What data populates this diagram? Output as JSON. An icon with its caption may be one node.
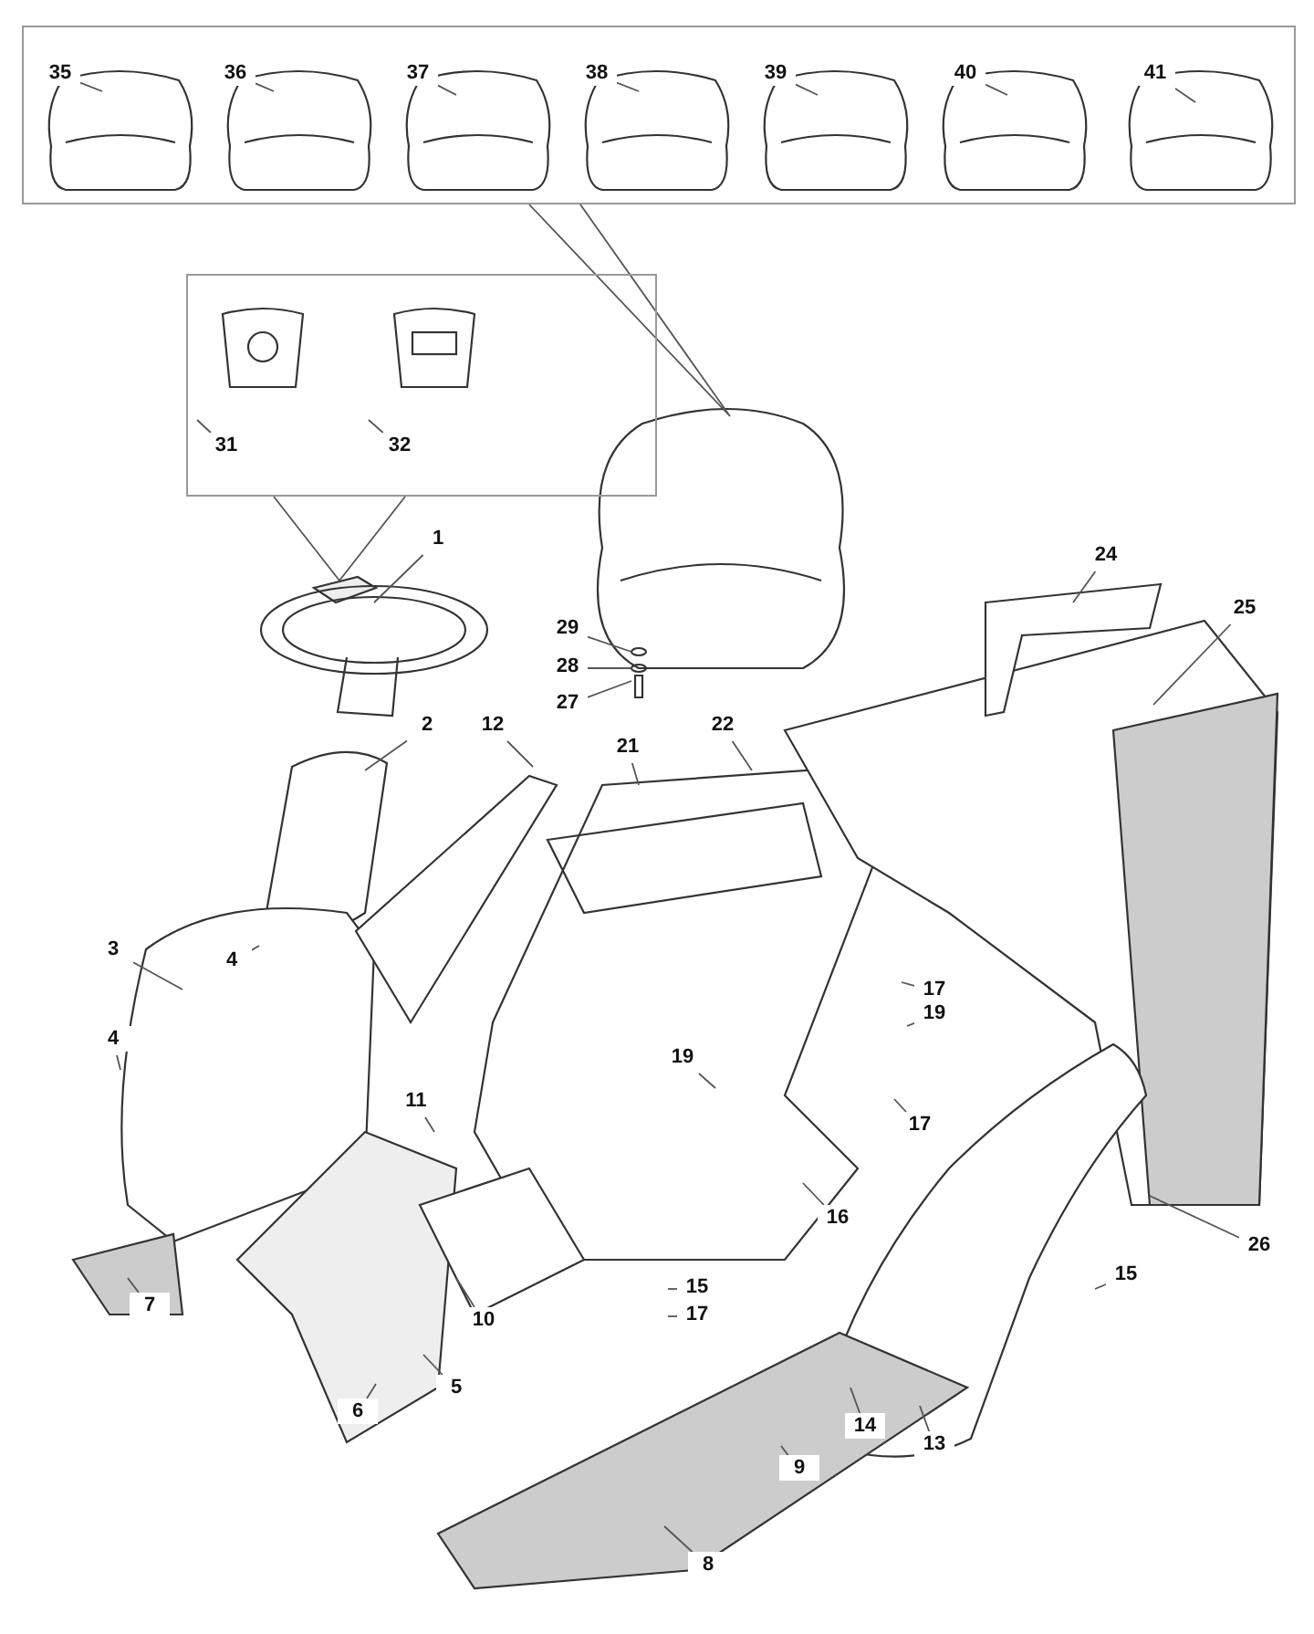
{
  "diagram": {
    "nodes": [
      {
        "text": [],
        "shape": "box"
      },
      {
        "text": [
          "35"
        ],
        "in": 0
      },
      {
        "text": [
          "36"
        ],
        "in": 0
      },
      {
        "text": [
          "37"
        ],
        "in": 0
      },
      {
        "text": [
          "38"
        ],
        "in": 0
      },
      {
        "text": [
          "39"
        ],
        "in": 0
      },
      {
        "text": [
          "40"
        ],
        "in": 0
      },
      {
        "text": [
          "41"
        ],
        "in": 0
      },
      {
        "text": [],
        "shape": "box"
      },
      {
        "text": [
          "31"
        ],
        "in": 8
      },
      {
        "text": [
          "32"
        ],
        "in": 8
      },
      {
        "text": [
          "1"
        ]
      },
      {
        "text": [
          "24"
        ]
      },
      {
        "text": [
          "25"
        ]
      },
      {
        "text": [
          "29"
        ]
      },
      {
        "text": [
          "28"
        ]
      },
      {
        "text": [
          "27"
        ]
      },
      {
        "text": [
          "2"
        ]
      },
      {
        "text": [
          "12"
        ]
      },
      {
        "text": [
          "21"
        ]
      },
      {
        "text": [
          "22"
        ]
      },
      {
        "text": [
          "3"
        ]
      },
      {
        "text": [
          "17"
        ]
      },
      {
        "text": [
          "4"
        ]
      },
      {
        "text": [
          "19"
        ]
      },
      {
        "text": [
          "4"
        ]
      },
      {
        "text": [
          "19"
        ]
      },
      {
        "text": [
          "11"
        ]
      },
      {
        "text": [
          "17"
        ]
      },
      {
        "text": [
          "16"
        ]
      },
      {
        "text": [
          "26"
        ]
      },
      {
        "text": [
          "7"
        ]
      },
      {
        "text": [
          "15"
        ]
      },
      {
        "text": [
          "15"
        ]
      },
      {
        "text": [
          "17"
        ]
      },
      {
        "text": [
          "10"
        ]
      },
      {
        "text": [
          "5"
        ]
      },
      {
        "text": [
          "6"
        ]
      },
      {
        "text": [
          "14"
        ]
      },
      {
        "text": [
          "13"
        ]
      },
      {
        "text": [
          "9"
        ]
      },
      {
        "text": [
          "8"
        ]
      }
    ],
    "edges": [
      {
        "from": 0,
        "to": null,
        "arrow": "none"
      },
      {
        "from": 1,
        "to": null,
        "arrow": "none"
      },
      {
        "from": 2,
        "to": null,
        "arrow": "none"
      },
      {
        "from": 3,
        "to": null,
        "arrow": "none"
      },
      {
        "from": 4,
        "to": null,
        "arrow": "none"
      },
      {
        "from": 5,
        "to": null,
        "arrow": "none"
      },
      {
        "from": 6,
        "to": null,
        "arrow": "none"
      },
      {
        "from": 7,
        "to": null,
        "arrow": "none"
      },
      {
        "from": 8,
        "to": null,
        "arrow": "none"
      },
      {
        "from": 9,
        "to": null,
        "arrow": "none"
      },
      {
        "from": 10,
        "to": null,
        "arrow": "none"
      },
      {
        "from": 11,
        "to": null,
        "arrow": "none"
      },
      {
        "from": 12,
        "to": null,
        "arrow": "none"
      },
      {
        "from": 13,
        "to": null,
        "arrow": "none"
      },
      {
        "from": 14,
        "to": null,
        "arrow": "none"
      },
      {
        "from": 15,
        "to": null,
        "arrow": "none"
      },
      {
        "from": 16,
        "to": null,
        "arrow": "none"
      },
      {
        "from": 17,
        "to": null,
        "arrow": "none"
      },
      {
        "from": 18,
        "to": null,
        "arrow": "none"
      },
      {
        "from": 19,
        "to": null,
        "arrow": "none"
      },
      {
        "from": 20,
        "to": null,
        "arrow": "none"
      },
      {
        "from": 21,
        "to": null,
        "arrow": "none"
      },
      {
        "from": 22,
        "to": null,
        "arrow": "none"
      },
      {
        "from": 23,
        "to": null,
        "arrow": "none"
      },
      {
        "from": 24,
        "to": null,
        "arrow": "none"
      },
      {
        "from": 25,
        "to": null,
        "arrow": "none"
      },
      {
        "from": 26,
        "to": null,
        "arrow": "none"
      },
      {
        "from": 27,
        "to": null,
        "arrow": "none"
      },
      {
        "from": 28,
        "to": null,
        "arrow": "none"
      },
      {
        "from": 29,
        "to": null,
        "arrow": "none"
      },
      {
        "from": 30,
        "to": null,
        "arrow": "none"
      },
      {
        "from": 31,
        "to": null,
        "arrow": "none"
      },
      {
        "from": 32,
        "to": null,
        "arrow": "none"
      },
      {
        "from": 33,
        "to": null,
        "arrow": "none"
      },
      {
        "from": 34,
        "to": null,
        "arrow": "none"
      },
      {
        "from": 35,
        "to": null,
        "arrow": "none"
      },
      {
        "from": 36,
        "to": null,
        "arrow": "none"
      },
      {
        "from": 37,
        "to": null,
        "arrow": "none"
      },
      {
        "from": 38,
        "to": null,
        "arrow": "none"
      },
      {
        "from": 39,
        "to": null,
        "arrow": "none"
      },
      {
        "from": 40,
        "to": null,
        "arrow": "none"
      },
      {
        "from": 41,
        "to": null,
        "arrow": "none"
      }
    ]
  }
}
